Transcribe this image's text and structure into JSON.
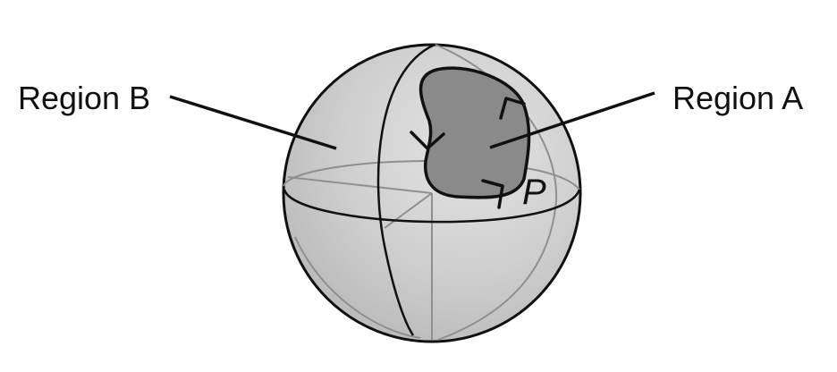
{
  "labels": {
    "region_b": "Region B",
    "region_a": "Region A",
    "point": "P"
  },
  "colors": {
    "sphere_fill": "#cfcfcf",
    "sphere_shade": "#bdbdbd",
    "region_fill": "#8a8a8a",
    "outline": "#111111",
    "grid": "#8f8f8f"
  }
}
